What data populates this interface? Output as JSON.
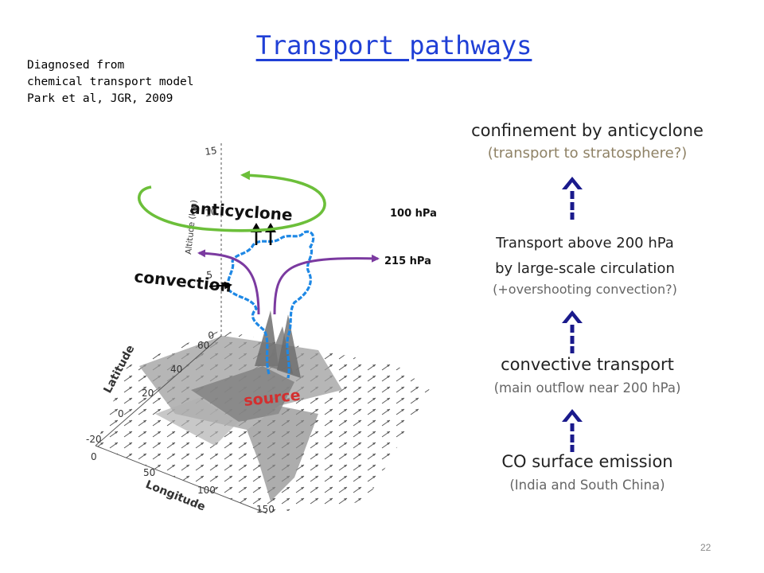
{
  "title": "Transport pathways",
  "source_note": [
    "Diagnosed from",
    "chemical transport model",
    "Park et al, JGR, 2009"
  ],
  "figure": {
    "labels": {
      "anticyclone": "anticyclone",
      "convection": "convection",
      "source": "source",
      "hpa_100": "100 hPa",
      "hpa_215": "215 hPa",
      "altitude_axis": "Altitude (km)",
      "latitude_axis": "Latitude",
      "longitude_axis": "Longitude"
    },
    "altitude_ticks": [
      "15",
      "10",
      "5",
      "0"
    ],
    "latitude_ticks": [
      "60",
      "40",
      "20",
      "0",
      "-20"
    ],
    "longitude_ticks": [
      "0",
      "50",
      "100",
      "150"
    ]
  },
  "steps": [
    {
      "main": "confinement by anticyclone",
      "sub": "(transport to stratosphere?)"
    },
    {
      "main_lines": [
        "Transport above 200 hPa",
        "by large-scale circulation"
      ],
      "sub": "(+overshooting convection?)"
    },
    {
      "main": "convective transport",
      "sub": "(main outflow near 200 hPa)"
    },
    {
      "main": "CO surface emission",
      "sub": "(India and South China)"
    }
  ],
  "colors": {
    "title": "#1f3fd6",
    "arrow": "#1a1a8c",
    "anticyclone": "#6cbf3a",
    "outflow": "#7b3aa0",
    "plume": "#1e88e5",
    "source": "#d32f2f"
  },
  "page_number": "22"
}
